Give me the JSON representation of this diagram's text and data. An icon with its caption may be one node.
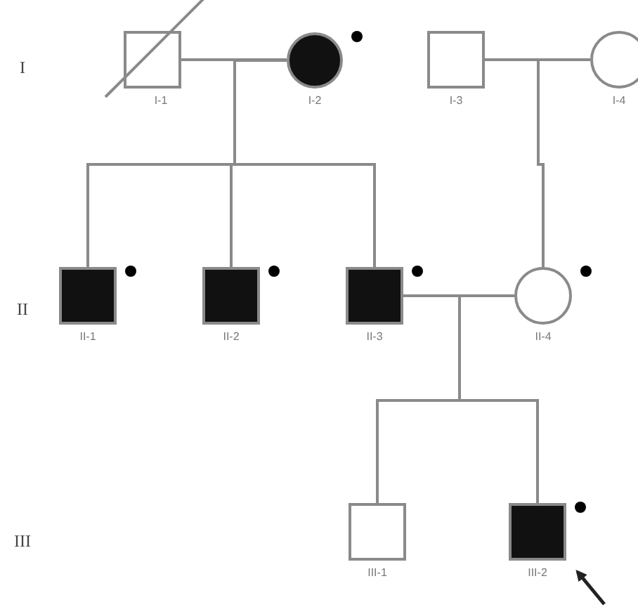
{
  "diagram": {
    "nodes": [
      {
        "text": [],
        "shape": "box",
        "beside": [
          "I-1"
        ]
      },
      {
        "text": [],
        "shape": "circle",
        "beside": [
          "I-2"
        ]
      },
      {
        "text": [],
        "shape": "box",
        "beside": [
          "I-3"
        ]
      },
      {
        "text": [],
        "shape": "circle",
        "beside": [
          "I-4"
        ]
      },
      {
        "text": [],
        "shape": "box",
        "beside": [
          "II-1"
        ]
      },
      {
        "text": [],
        "shape": "box",
        "beside": [
          "II-2"
        ]
      },
      {
        "text": [],
        "shape": "box",
        "beside": [
          "II-3"
        ]
      },
      {
        "text": [],
        "shape": "circle",
        "beside": [
          "II-4"
        ]
      },
      {
        "text": [],
        "shape": "box",
        "beside": [
          "III-1"
        ]
      },
      {
        "text": [],
        "shape": "box",
        "beside": [
          "III-2"
        ]
      }
    ],
    "edges": [
      {
        "from": 0,
        "to": 1,
        "arrow": "none"
      },
      {
        "from": 2,
        "to": 3,
        "arrow": "none"
      },
      {
        "from": 6,
        "to": 7,
        "arrow": "none"
      },
      {
        "from": 0,
        "to": 4,
        "arrow": "none"
      },
      {
        "from": 1,
        "to": 4,
        "arrow": "none"
      },
      {
        "from": 0,
        "to": 5,
        "arrow": "none"
      },
      {
        "from": 1,
        "to": 5,
        "arrow": "none"
      },
      {
        "from": 0,
        "to": 6,
        "arrow": "none"
      },
      {
        "from": 1,
        "to": 6,
        "arrow": "none"
      },
      {
        "from": 2,
        "to": 7,
        "arrow": "none"
      },
      {
        "from": 3,
        "to": 7,
        "arrow": "none"
      },
      {
        "from": 6,
        "to": 8,
        "arrow": "none"
      },
      {
        "from": 7,
        "to": 8,
        "arrow": "none"
      },
      {
        "from": 6,
        "to": 9,
        "arrow": "none"
      },
      {
        "from": 7,
        "to": 9,
        "arrow": "none"
      },
      {
        "from": null,
        "to": 9,
        "arrow": "to",
        "color": "#222222"
      }
    ],
    "labels": [
      "I",
      "II",
      "III"
    ]
  }
}
